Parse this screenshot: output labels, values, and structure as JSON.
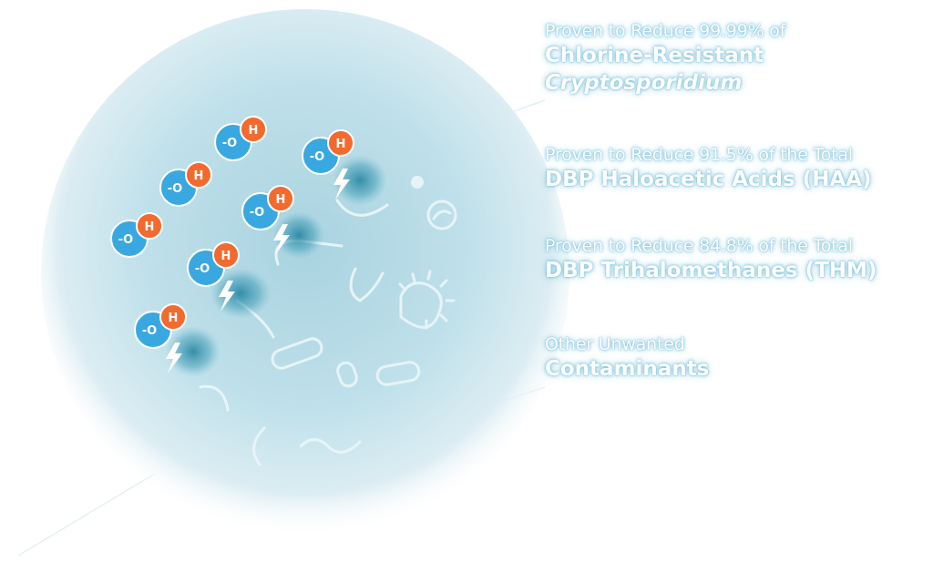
{
  "molecule": {
    "oxygen_label": "-O",
    "hydrogen_label": "H",
    "oxygen_color": "#3aa8e0",
    "hydrogen_color": "#f26a2e"
  },
  "palette": {
    "sphere_center": "#b7dbe6",
    "sphere_edge": "#eef7fa",
    "glow": "#7ec4dc",
    "lightning": "#ffffff"
  },
  "claims": [
    {
      "lead": "Proven to Reduce 99.99% of",
      "headline": "Chlorine-Resistant",
      "headline_2": "Cryptosporidium"
    },
    {
      "lead": "Proven to Reduce 91.5% of the Total",
      "headline": "DBP Haloacetic Acids (HAA)"
    },
    {
      "lead": "Proven to Reduce 84.8% of the Total",
      "headline": "DBP Trihalomethanes (THM)"
    },
    {
      "lead": "Other Unwanted",
      "headline": "Contaminants"
    }
  ]
}
